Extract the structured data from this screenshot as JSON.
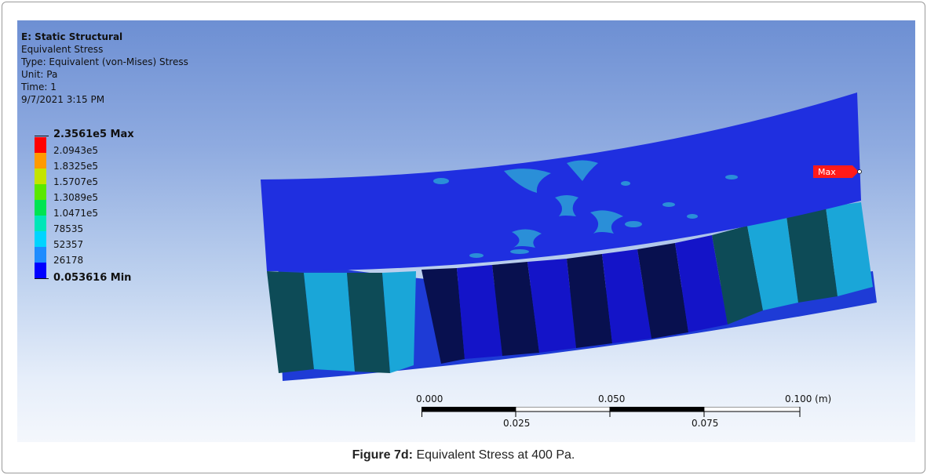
{
  "info": {
    "title": "E: Static Structural",
    "result": "Equivalent Stress",
    "type": "Type: Equivalent (von-Mises) Stress",
    "unit": "Unit: Pa",
    "time": "Time: 1",
    "date": "9/7/2021 3:15 PM"
  },
  "legend": {
    "max": "2.3561e5 Max",
    "levels": [
      "2.0943e5",
      "1.8325e5",
      "1.5707e5",
      "1.3089e5",
      "1.0471e5",
      "78535",
      "52357",
      "26178"
    ],
    "min": "0.053616 Min",
    "colors": [
      "#ff0000",
      "#ff9a00",
      "#c4e400",
      "#5ae800",
      "#00e452",
      "#00e6b8",
      "#00d4ff",
      "#1e8cff",
      "#0000ff"
    ]
  },
  "probe": {
    "label": "Max",
    "color": "#ff0000"
  },
  "scale_bar": {
    "top_labels": [
      "0.000",
      "0.050",
      "0.100 (m)"
    ],
    "bottom_labels": [
      "0.025",
      "0.075"
    ]
  },
  "caption": {
    "label": "Figure 7d:",
    "text": " Equivalent Stress at 400 Pa."
  }
}
